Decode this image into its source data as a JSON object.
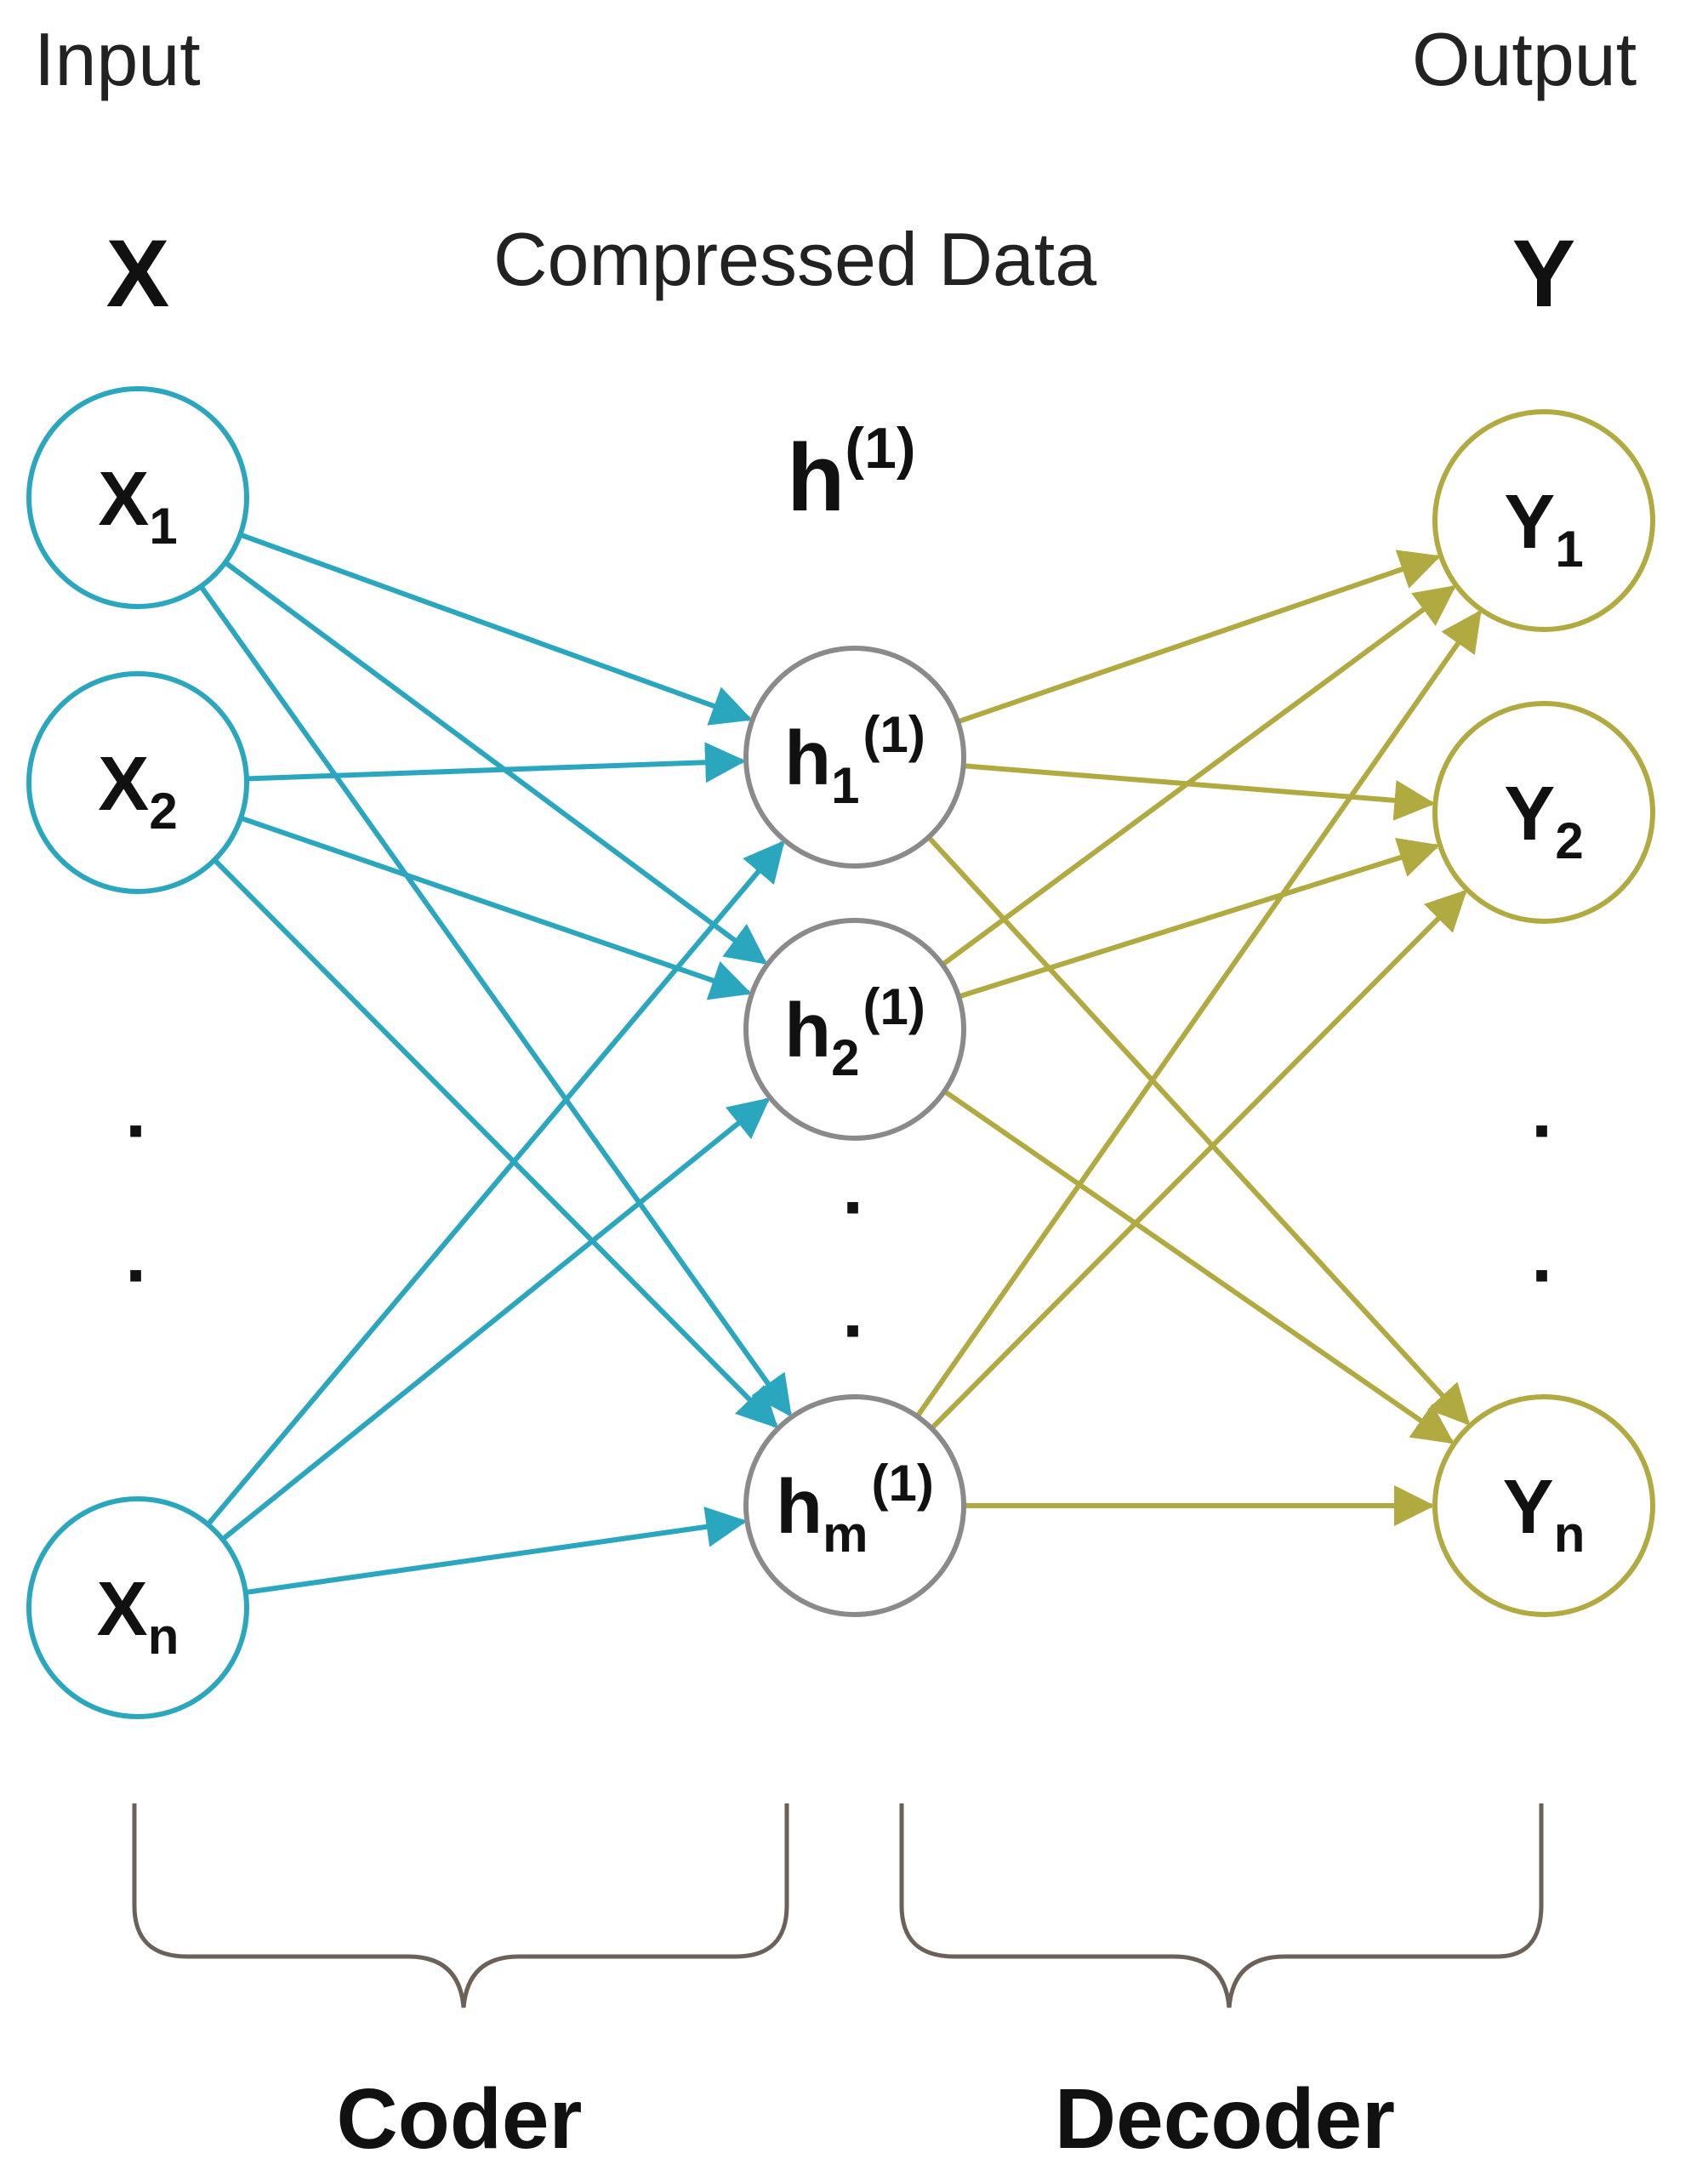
{
  "headings": {
    "input": "Input",
    "output": "Output",
    "compressed": "Compressed Data"
  },
  "layer_symbols": {
    "x": "X",
    "y": "Y",
    "h_base": "h",
    "h_sup": "(1)"
  },
  "input_nodes": [
    {
      "base": "X",
      "sub": "1"
    },
    {
      "base": "X",
      "sub": "2"
    },
    {
      "base": "X",
      "sub": "n"
    }
  ],
  "hidden_nodes": [
    {
      "base": "h",
      "sub": "1",
      "sup": "(1)"
    },
    {
      "base": "h",
      "sub": "2",
      "sup": "(1)"
    },
    {
      "base": "h",
      "sub": "m",
      "sup": "(1)"
    }
  ],
  "output_nodes": [
    {
      "base": "Y",
      "sub": "1"
    },
    {
      "base": "Y",
      "sub": "2"
    },
    {
      "base": "Y",
      "sub": "n"
    }
  ],
  "ellipsis": "·",
  "brace_labels": {
    "coder": "Coder",
    "decoder": "Decoder"
  },
  "colors": {
    "encoder": "#2ba6bf",
    "decoder": "#b0aa40",
    "hidden_node": "#8a8a8a",
    "brace": "#6b6158",
    "text": "#111111"
  }
}
